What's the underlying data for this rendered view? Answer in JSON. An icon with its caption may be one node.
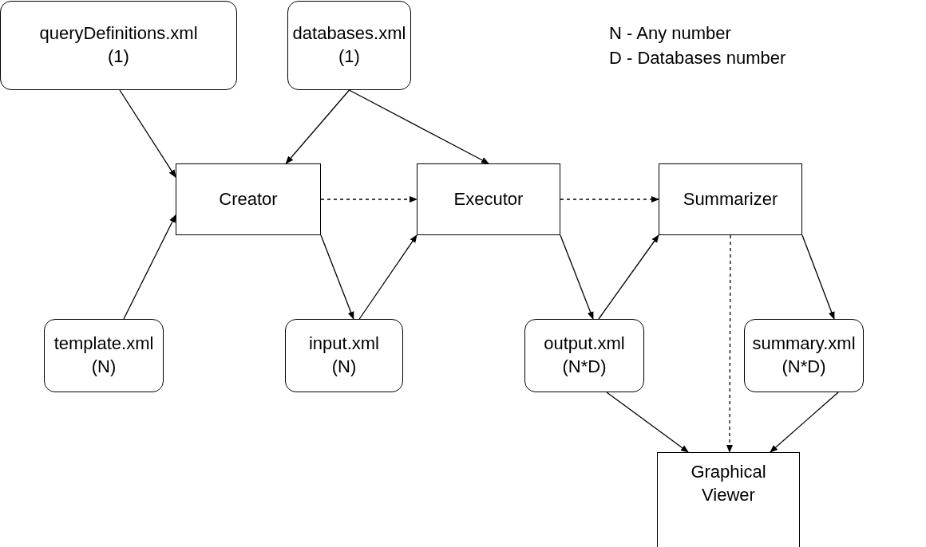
{
  "diagram": {
    "nodes": [
      {
        "text": [
          "queryDefinitions.xml",
          "(1)"
        ]
      },
      {
        "text": [
          "databases.xml",
          "(1)"
        ]
      },
      {
        "text": [
          "Creator"
        ]
      },
      {
        "text": [
          "Executor"
        ]
      },
      {
        "text": [
          "Summarizer"
        ]
      },
      {
        "text": [
          "template.xml",
          "(N)"
        ]
      },
      {
        "text": [
          "input.xml",
          "(N)"
        ]
      },
      {
        "text": [
          "output.xml",
          "(N*D)"
        ]
      },
      {
        "text": [
          "summary.xml",
          "(N*D)"
        ]
      },
      {
        "text": [
          "Graphical Viewer"
        ]
      }
    ],
    "edges": [
      {
        "from": 0,
        "to": 2,
        "arrow": "to"
      },
      {
        "from": 1,
        "to": 2,
        "arrow": "to"
      },
      {
        "from": 1,
        "to": 3,
        "arrow": "to"
      },
      {
        "from": 5,
        "to": 2,
        "arrow": "to"
      },
      {
        "from": 2,
        "to": 3,
        "arrow": "to",
        "style": "dashed"
      },
      {
        "from": 2,
        "to": 6,
        "arrow": "to"
      },
      {
        "from": 6,
        "to": 3,
        "arrow": "to"
      },
      {
        "from": 3,
        "to": 4,
        "arrow": "to",
        "style": "dashed"
      },
      {
        "from": 3,
        "to": 7,
        "arrow": "to"
      },
      {
        "from": 7,
        "to": 4,
        "arrow": "to"
      },
      {
        "from": 4,
        "to": 8,
        "arrow": "to"
      },
      {
        "from": 4,
        "to": 9,
        "arrow": "to",
        "style": "dashed"
      },
      {
        "from": 7,
        "to": 9,
        "arrow": "to"
      },
      {
        "from": 8,
        "to": 9,
        "arrow": "to"
      }
    ],
    "labels": [
      "N - Any number",
      "D - Databases number"
    ]
  }
}
